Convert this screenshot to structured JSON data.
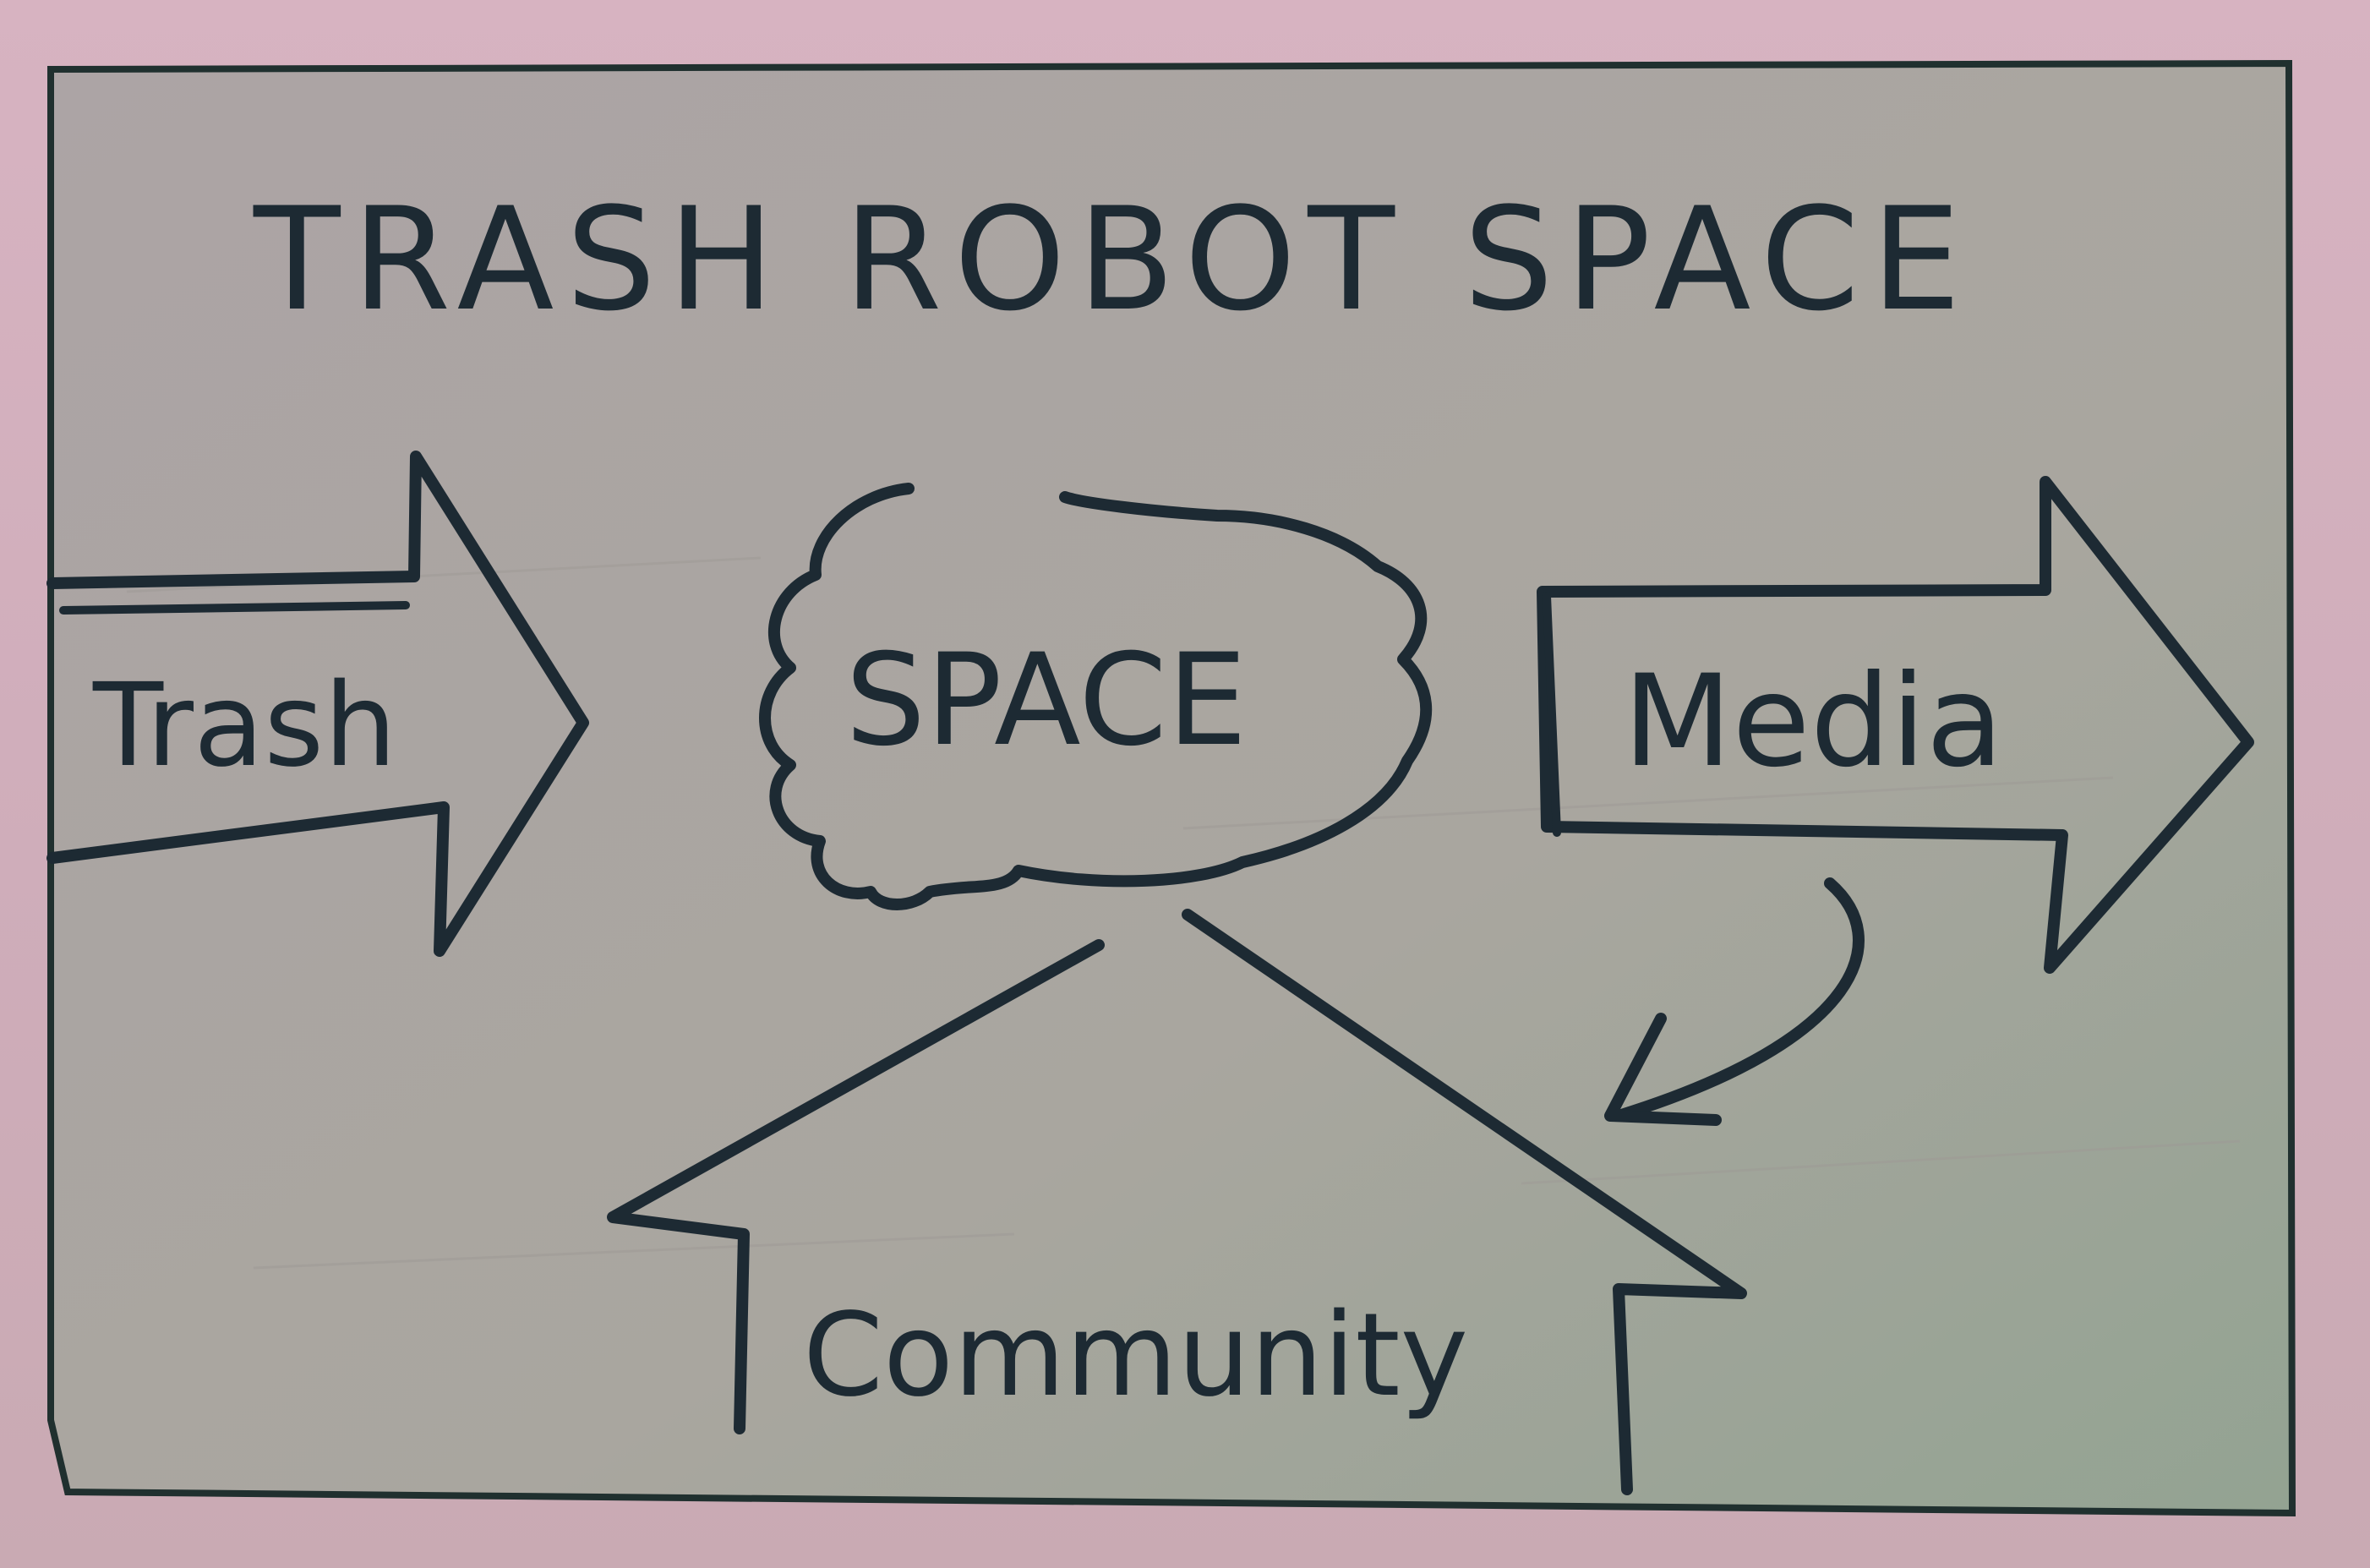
{
  "title": "TRASH ROBOT SPACE",
  "nodes": {
    "trash": {
      "label": "Trash"
    },
    "space": {
      "label": "SPACE"
    },
    "media": {
      "label": "Media"
    },
    "community": {
      "label": "Community"
    }
  },
  "colors": {
    "background": "#d3b0bd",
    "card": "#aaa6a1",
    "ink": "#1d2a33"
  }
}
